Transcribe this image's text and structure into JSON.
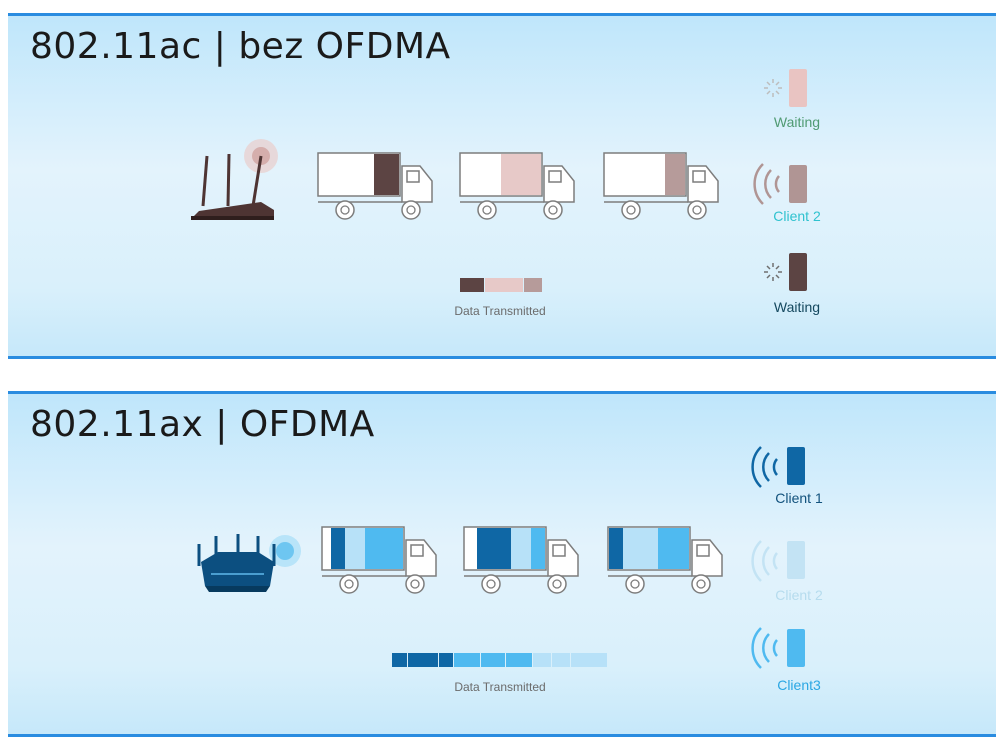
{
  "panels": [
    {
      "title": "802.11ac | bez OFDMA",
      "legend_label": "Data Transmitted",
      "clients": [
        {
          "label": "Waiting",
          "state": "waiting",
          "label_color": "#4f9a72",
          "phone_color": "#e9c4c2"
        },
        {
          "label": "Client 2",
          "state": "active",
          "label_color": "#2fc2cf",
          "phone_color": "#b09594"
        },
        {
          "label": "Waiting",
          "state": "waiting",
          "label_color": "#14485f",
          "phone_color": "#5c4443"
        }
      ],
      "colors": {
        "dark": "#5c4443",
        "light": "#e7c9c8",
        "mid": "#b69b9a",
        "router": "#4e3433"
      }
    },
    {
      "title": "802.11ax | OFDMA",
      "legend_label": "Data Transmitted",
      "clients": [
        {
          "label": "Client 1",
          "state": "active",
          "label_color": "#12527d",
          "phone_color": "#0f67a5"
        },
        {
          "label": "Client 2",
          "state": "faded",
          "label_color": "#b6dcee",
          "phone_color": "#c3e3f4"
        },
        {
          "label": "Client3",
          "state": "active",
          "label_color": "#2ba7e3",
          "phone_color": "#4fbaf0"
        }
      ],
      "colors": {
        "dark": "#0f67a5",
        "light": "#b7e1f8",
        "mid": "#4fbaf0",
        "router": "#0c4f80"
      }
    }
  ]
}
